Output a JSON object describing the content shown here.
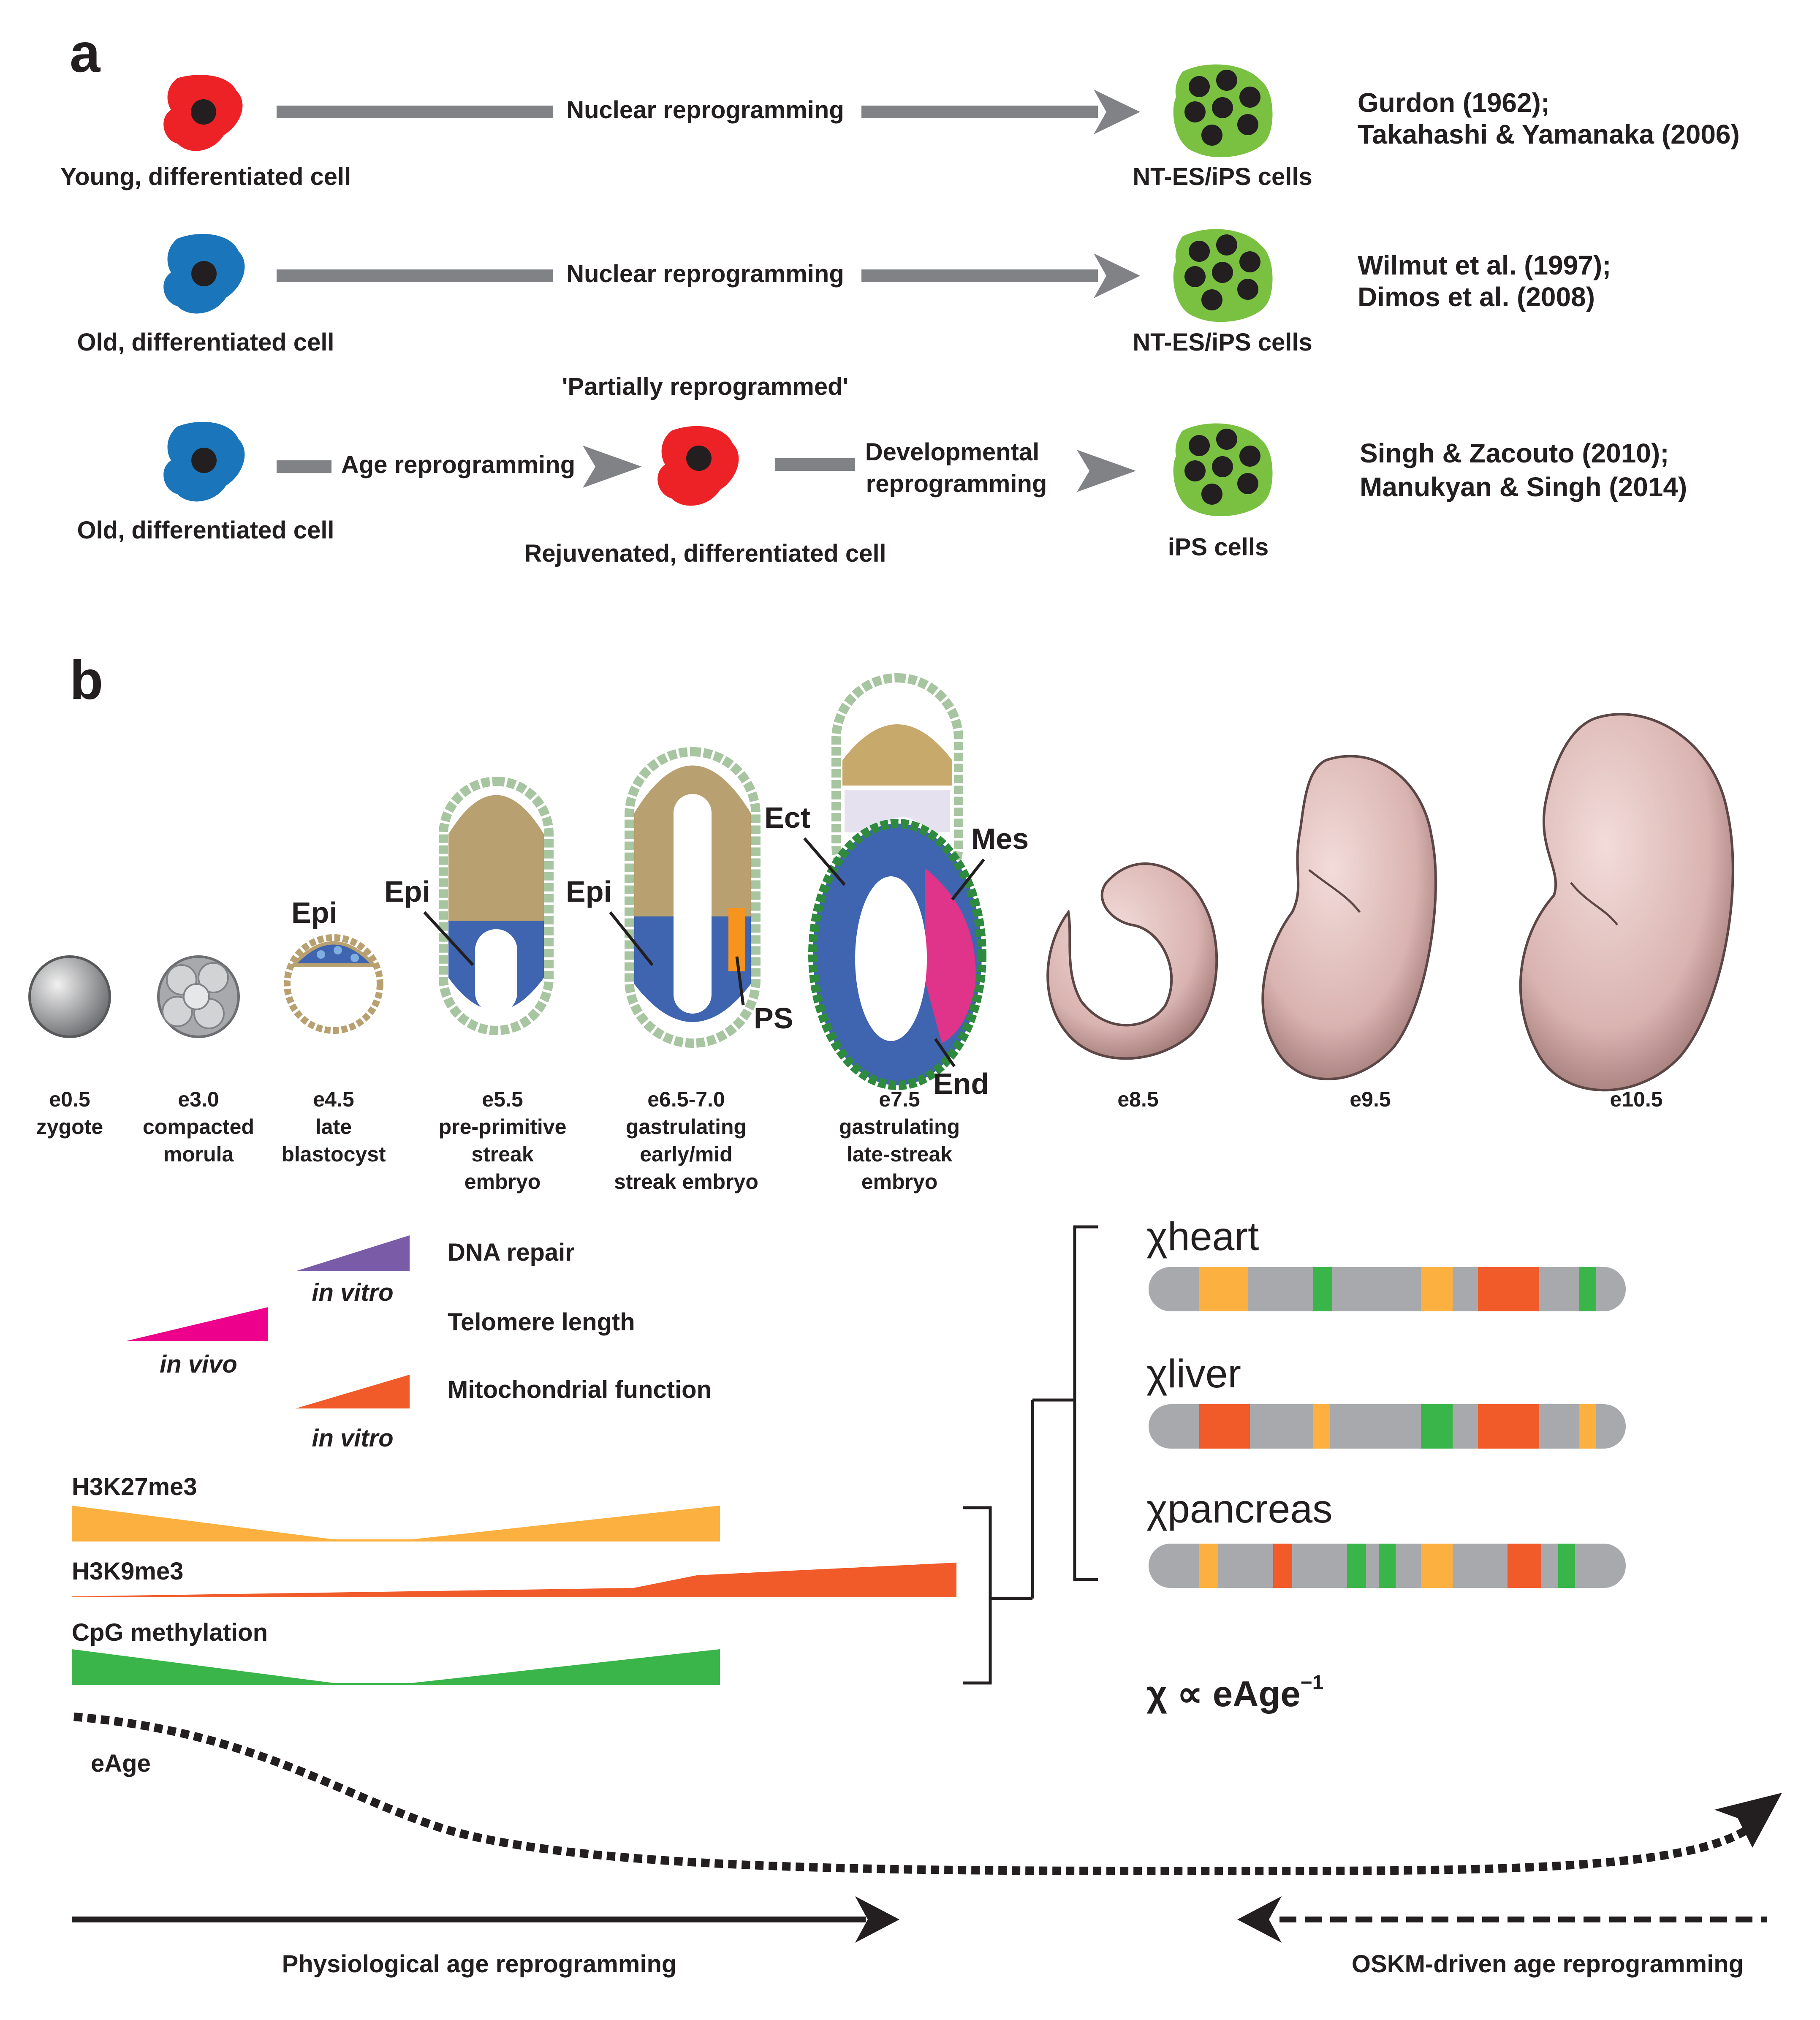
{
  "panel_a": {
    "label": "a",
    "rows": [
      {
        "left_cell": "Young, differentiated cell",
        "arrow": "Nuclear reprogramming",
        "right_cell": "NT-ES/iPS cells",
        "citation_1": "Gurdon (1962);",
        "citation_2": "Takahashi & Yamanaka (2006)",
        "colors": {
          "left": "#ed2227",
          "right": "#7ac142"
        }
      },
      {
        "left_cell": "Old, differentiated cell",
        "arrow": "Nuclear reprogramming",
        "right_cell": "NT-ES/iPS cells",
        "citation_1": "Wilmut et al. (1997);",
        "citation_2": "Dimos et al. (2008)",
        "colors": {
          "left": "#1b75bb",
          "right": "#7ac142"
        }
      },
      {
        "top_label": "'Partially reprogrammed'",
        "left_cell": "Old, differentiated cell",
        "arrow_1": "Age reprogramming",
        "middle_cell": "Rejuvenated, differentiated cell",
        "arrow_2_line1": "Developmental",
        "arrow_2_line2": "reprogramming",
        "right_cell": "iPS cells",
        "citation_1": "Singh & Zacouto (2010);",
        "citation_2": "Manukyan & Singh (2014)",
        "colors": {
          "left": "#1b75bb",
          "middle": "#ed2227",
          "right": "#7ac142"
        }
      }
    ]
  },
  "panel_b": {
    "label": "b",
    "embryo_labels": {
      "epi_1": "Epi",
      "epi_2": "Epi",
      "epi_3": "Epi",
      "ect": "Ect",
      "mes": "Mes",
      "ps": "PS",
      "end": "End"
    },
    "stages": [
      {
        "day": "e0.5",
        "line2": "zygote",
        "line3": "",
        "line4": ""
      },
      {
        "day": "e3.0",
        "line2": "compacted",
        "line3": "morula",
        "line4": ""
      },
      {
        "day": "e4.5",
        "line2": "late",
        "line3": "blastocyst",
        "line4": ""
      },
      {
        "day": "e5.5",
        "line2": "pre-primitive",
        "line3": "streak",
        "line4": "embryo"
      },
      {
        "day": "e6.5-7.0",
        "line2": "gastrulating",
        "line3": "early/mid",
        "line4": "streak embryo"
      },
      {
        "day": "e7.5",
        "line2": "gastrulating",
        "line3": "late-streak",
        "line4": "embryo"
      },
      {
        "day": "e8.5",
        "line2": "",
        "line3": "",
        "line4": ""
      },
      {
        "day": "e9.5",
        "line2": "",
        "line3": "",
        "line4": ""
      },
      {
        "day": "e10.5",
        "line2": "",
        "line3": "",
        "line4": ""
      }
    ],
    "traits": {
      "dna_repair": "DNA repair",
      "telomere_length": "Telomere length",
      "mitochondrial_function": "Mitochondrial function",
      "in_vitro_1": "in vitro",
      "in_vivo": "in vivo",
      "in_vitro_2": "in vitro"
    },
    "tracks": {
      "h3k27me3": "H3K27me3",
      "h3k9me3": "H3K9me3",
      "cpg_methylation": "CpG methylation",
      "eage": "eAge"
    },
    "chromosomes": [
      {
        "symbol": "χ",
        "name": "heart"
      },
      {
        "symbol": "χ",
        "name": "liver"
      },
      {
        "symbol": "χ",
        "name": "pancreas"
      }
    ],
    "formula": {
      "main": "χ ∝ eAge",
      "exponent": "−1"
    },
    "bottom": {
      "physiological": "Physiological age reprogramming",
      "oskm": "OSKM-driven age reprogramming"
    },
    "colors": {
      "orange": "#fbb040",
      "red_orange": "#f15a29",
      "green": "#39b54a",
      "purple": "#7a5ba8",
      "magenta": "#ec008c",
      "gray_chrom": "#a7a9ac",
      "arrow_gray": "#808285",
      "embryo_pink": "#e3c3c0",
      "blue_cell": "#3f64b0",
      "tan_cell": "#b8a070"
    }
  }
}
